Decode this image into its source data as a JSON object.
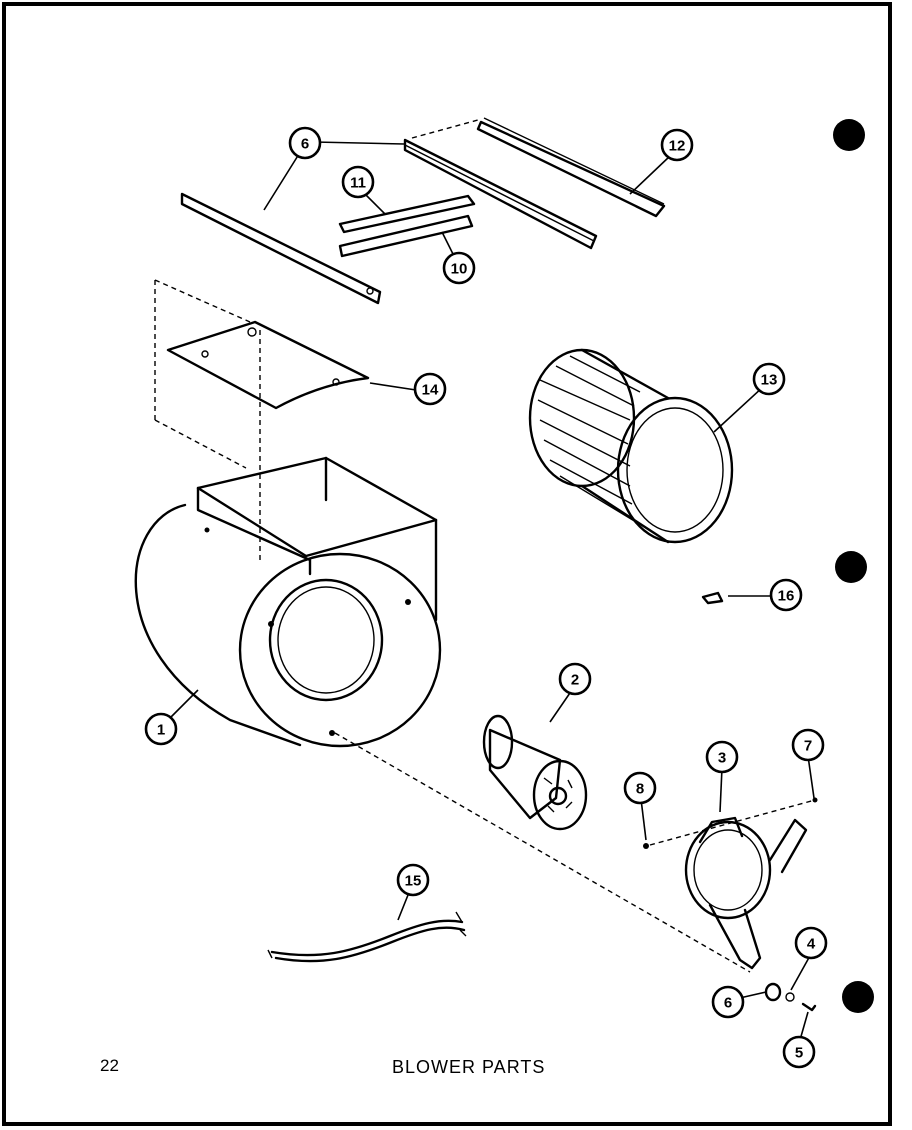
{
  "page_number": "22",
  "title": "BLOWER PARTS",
  "callouts": {
    "c1": "1",
    "c2": "2",
    "c3": "3",
    "c4": "4",
    "c5": "5",
    "c6a": "6",
    "c6b": "6",
    "c7": "7",
    "c8": "8",
    "c10": "10",
    "c11": "11",
    "c12": "12",
    "c13": "13",
    "c14": "14",
    "c15": "15",
    "c16": "16"
  },
  "colors": {
    "ink": "#000000",
    "paper": "#ffffff"
  }
}
